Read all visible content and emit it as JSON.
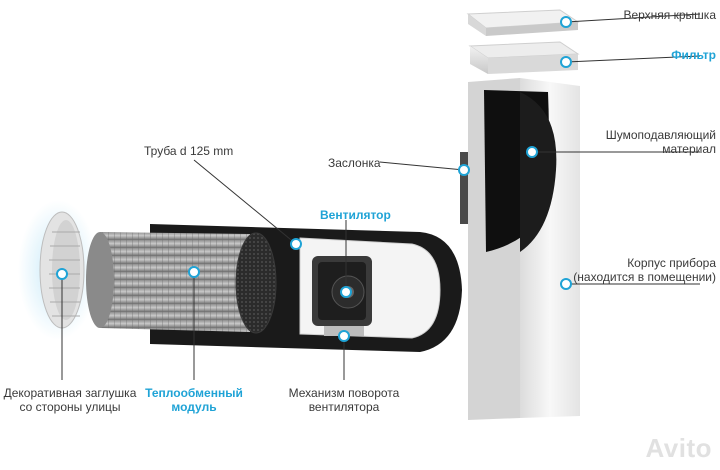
{
  "labels": {
    "top_cover": "Верхняя крышка",
    "filter": "Фильтр",
    "noise_material_line1": "Шумоподавляющий",
    "noise_material_line2": "материал",
    "damper": "Заслонка",
    "pipe": "Труба d 125 mm",
    "fan": "Вентилятор",
    "housing_line1": "Корпус прибора",
    "housing_line2": "(находится в помещении)",
    "decorative_cap_line1": "Декоративная заглушка",
    "decorative_cap_line2": "со стороны улицы",
    "heat_exchanger_line1": "Теплообменный",
    "heat_exchanger_line2": "модуль",
    "rotation_mech_line1": "Механизм поворота",
    "rotation_mech_line2": "вентилятора"
  },
  "watermark": "Avito",
  "colors": {
    "accent": "#1fa3d6",
    "text": "#3a3a3a",
    "leader": "#333333"
  }
}
